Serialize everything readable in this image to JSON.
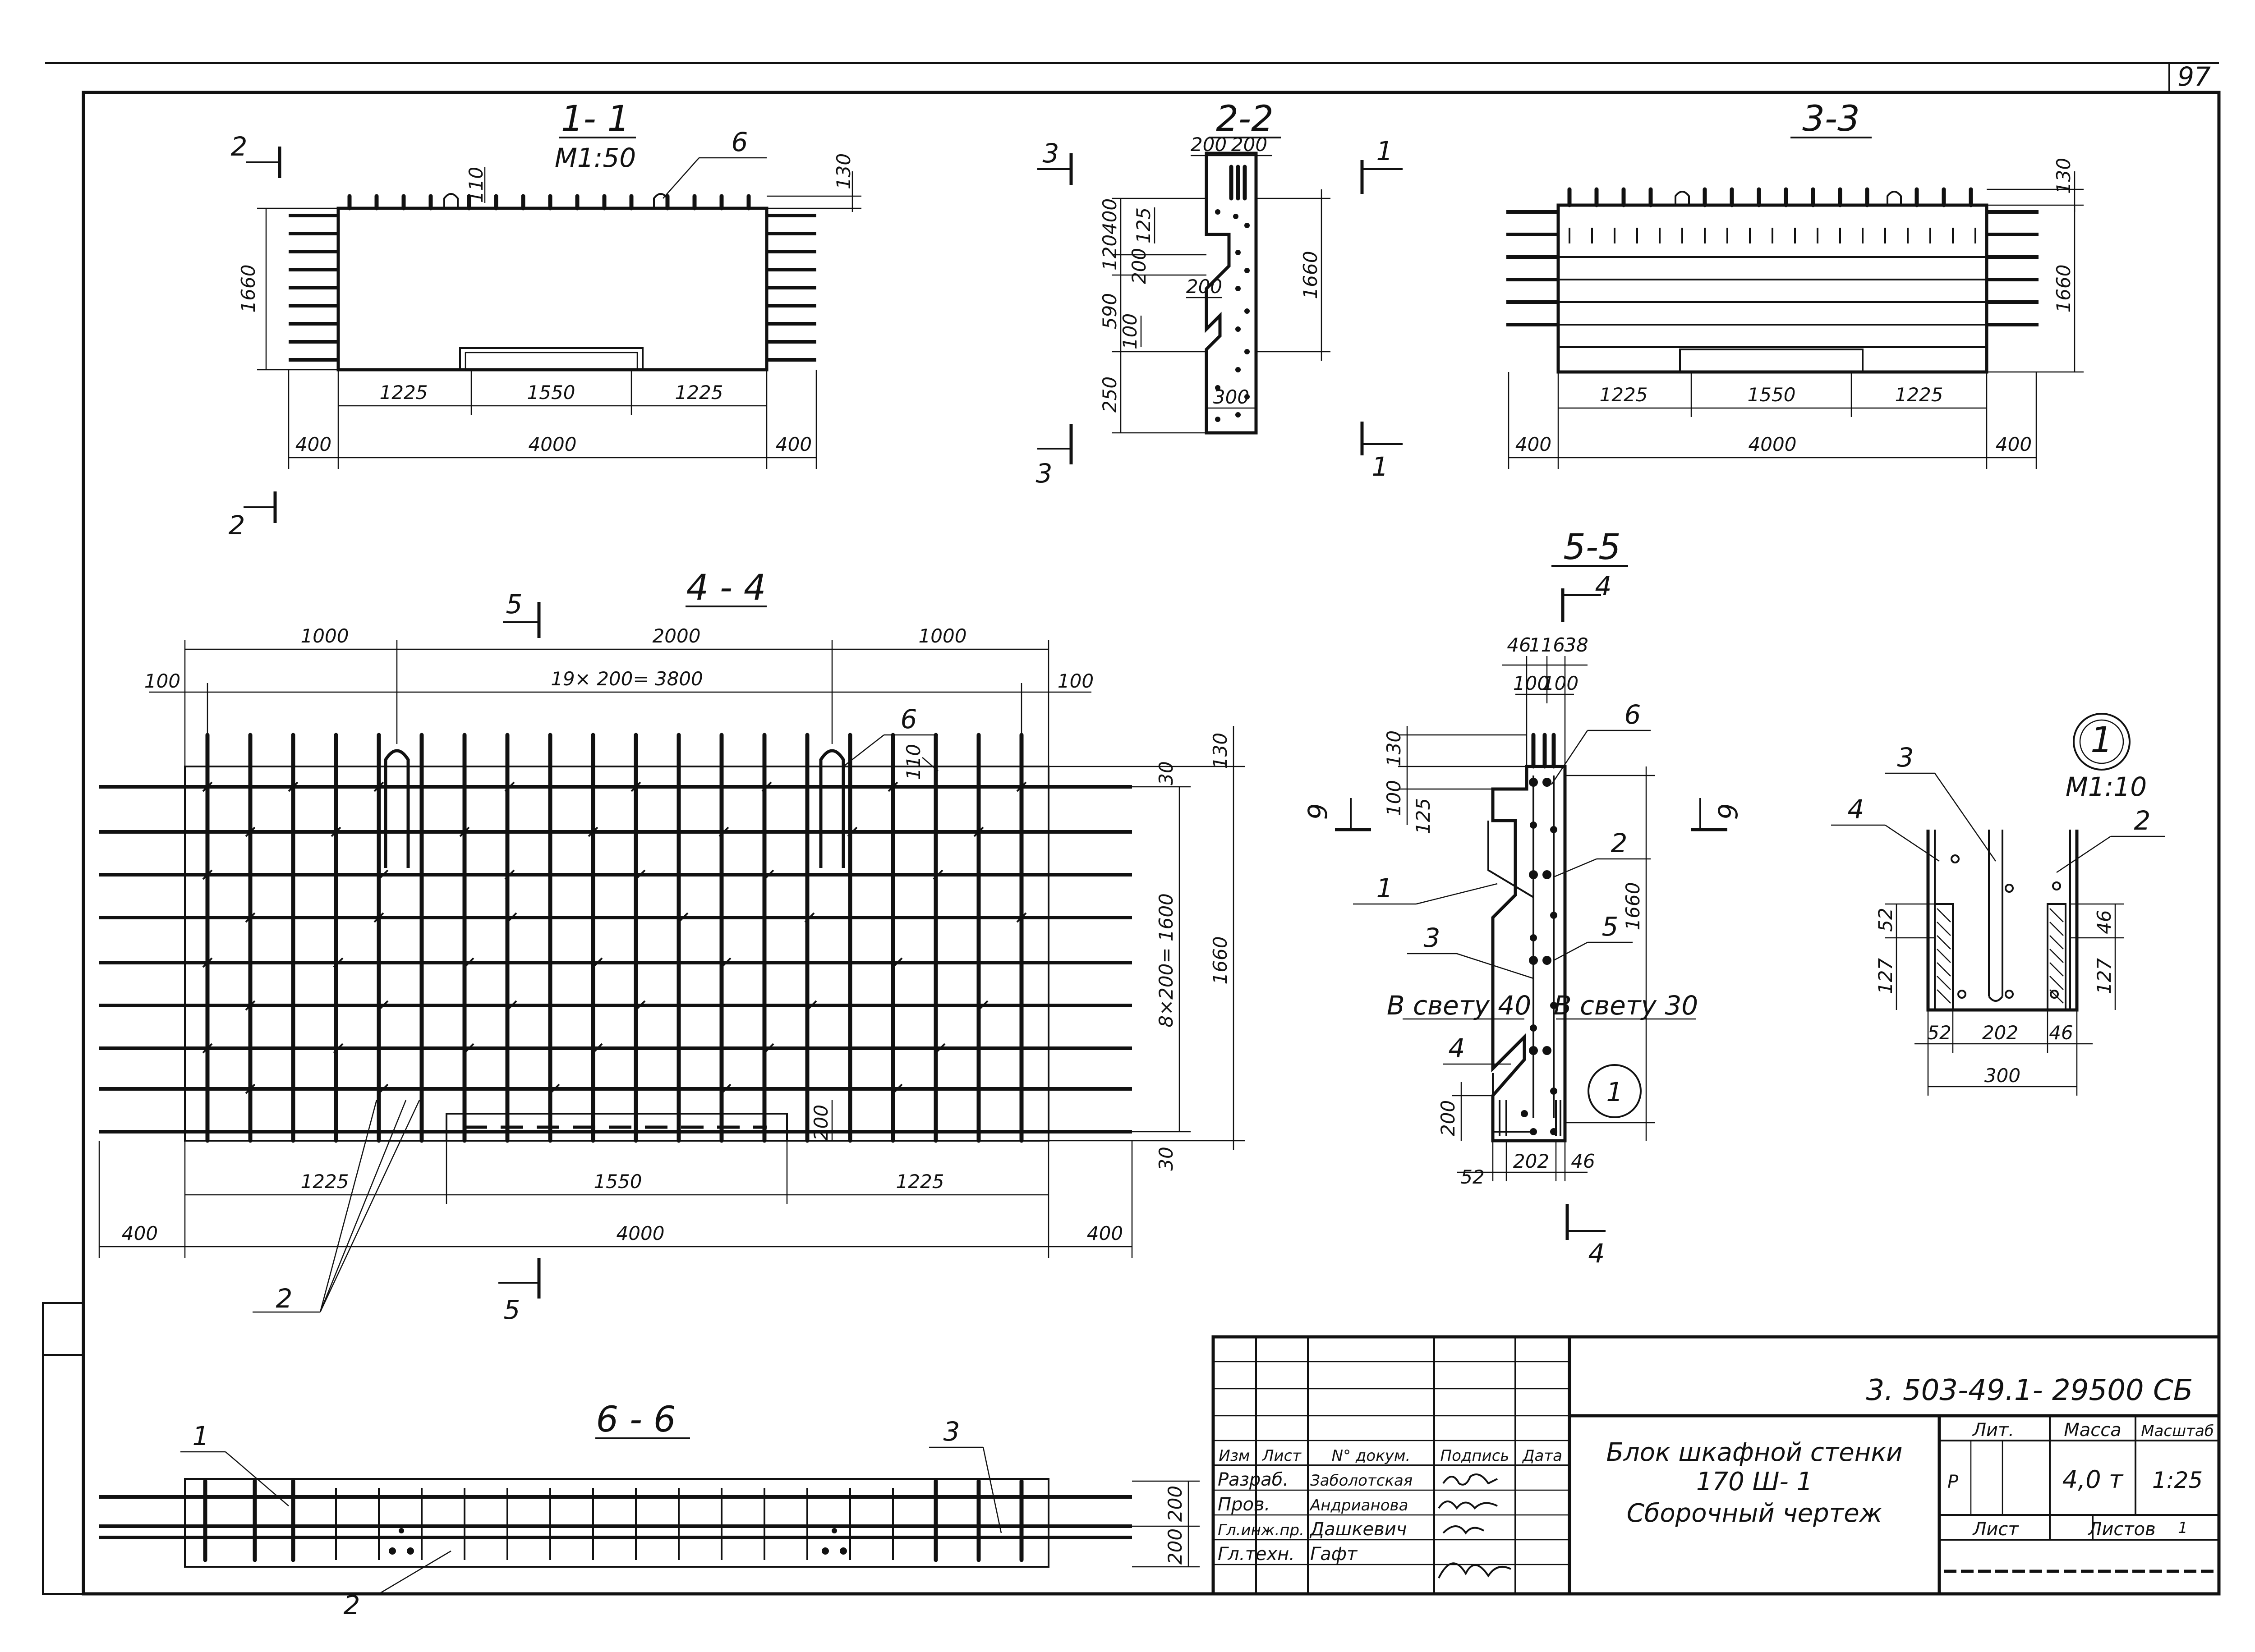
{
  "sheet": {
    "page_number": "97",
    "designation": "3. 503-49.1- 29500 СБ",
    "title_line1": "Блок шкафной стенки",
    "title_line2": "170 Ш- 1",
    "title_line3": "Сборочный чертеж",
    "hdr_izm": "Изм",
    "hdr_list": "Лист",
    "hdr_doc": "N° докум.",
    "hdr_sign": "Подпись",
    "hdr_date": "Дата",
    "roles": [
      "Разраб.",
      "Пров.",
      "Гл.инж.пр.",
      "Гл.техн."
    ],
    "names": [
      "Заболотская",
      "Андрианова",
      "Дашкевич",
      "Гафт"
    ],
    "lit_label": "Лит.",
    "mass_label": "Масса",
    "scale_label": "Масштаб",
    "lit_value": "Р",
    "mass_value": "4,0 т",
    "scale_value": "1:25",
    "sheet_label": "Лист",
    "sheets_label": "Листов",
    "sheets_value": "1"
  },
  "sections": {
    "s11": {
      "title": "1- 1",
      "scale": "М1:50",
      "tag_a": "2",
      "tag_b": "2",
      "callout": "6",
      "dim_height": "1660",
      "dim_top": "110",
      "dim_cover": "130",
      "dim_seg1": "1225",
      "dim_seg2": "1550",
      "dim_seg3": "1225",
      "dim_total": "4000",
      "dim_ext_left": "400",
      "dim_ext_right": "400"
    },
    "s22": {
      "title": "2-2",
      "tag_left_top": "3",
      "tag_left_bottom": "3",
      "tag_right_top": "1",
      "tag_right_bottom": "1",
      "dim_top_a": "200",
      "dim_top_b": "200",
      "dim_v1": "400",
      "dim_v2": "120",
      "dim_v3": "200",
      "dim_v4": "590",
      "dim_v5": "250",
      "dim_in1": "125",
      "dim_in2": "200",
      "dim_in3": "100",
      "dim_slope": "200",
      "dim_height": "1660",
      "dim_bottom": "300"
    },
    "s33": {
      "title": "3-3",
      "dim_cover": "130",
      "dim_height": "1660",
      "dim_seg1": "1225",
      "dim_seg2": "1550",
      "dim_seg3": "1225",
      "dim_total": "4000",
      "dim_ext_left": "400",
      "dim_ext_right": "400"
    },
    "s44": {
      "title": "4 - 4",
      "tag_top": "5",
      "tag_bottom": "5",
      "callout_loop": "6",
      "callout_bars": "2",
      "dim_top_left": "1000",
      "dim_top_mid": "2000",
      "dim_top_right": "1000",
      "dim_pitch": "19× 200= 3800",
      "dim_edge_left": "100",
      "dim_edge_right": "100",
      "dim_v_pitch": "8×200= 1600",
      "dim_height": "1660",
      "dim_r_top1": "30",
      "dim_r_top2": "130",
      "dim_r_bottom": "30",
      "dim_loop": "110",
      "dim_opening": "200",
      "dim_seg1": "1225",
      "dim_seg2": "1550",
      "dim_seg3": "1225",
      "dim_total": "4000",
      "dim_ext_left": "400",
      "dim_ext_right": "400"
    },
    "s55": {
      "title": "5-5",
      "tag_top": "4",
      "tag_bottom": "4",
      "tag_left": "6",
      "tag_right": "6",
      "dim_top_a": "46",
      "dim_top_b": "116",
      "dim_top_c": "38",
      "dim_top_d": "100",
      "dim_top_e": "100",
      "dim_v1": "130",
      "dim_v2": "100",
      "dim_v3": "125",
      "dim_height": "1660",
      "dim_v4": "200",
      "note_left": "В свету 40",
      "note_right": "В свету 30",
      "callout_1": "1",
      "callout_2": "2",
      "callout_3": "3",
      "callout_4": "4",
      "callout_5": "5",
      "callout_6": "6",
      "node_ref": "1",
      "dim_bottom_a": "52",
      "dim_bottom_b": "202",
      "dim_bottom_c": "46"
    },
    "node1": {
      "number": "1",
      "scale": "М1:10",
      "callout_2": "2",
      "callout_3": "3",
      "callout_4": "4",
      "dim_left_a": "52",
      "dim_left_b": "127",
      "dim_right_a": "46",
      "dim_right_b": "127",
      "dim_bottom_a": "52",
      "dim_bottom_b": "202",
      "dim_bottom_c": "46",
      "dim_total": "300"
    },
    "s66": {
      "title": "6 - 6",
      "callout_1": "1",
      "callout_2": "2",
      "callout_3": "3",
      "dim_a": "200",
      "dim_b": "200"
    }
  }
}
